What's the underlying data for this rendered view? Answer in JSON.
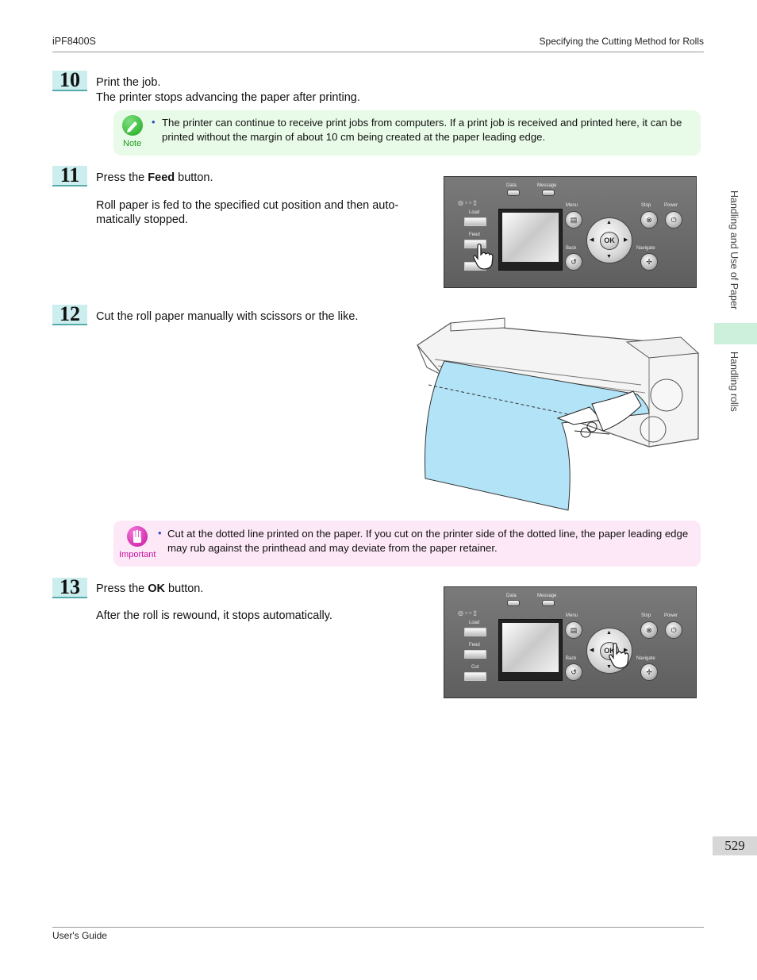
{
  "header": {
    "left": "iPF8400S",
    "right": "Specifying the Cutting Method for Rolls"
  },
  "steps": {
    "s10": {
      "num": "10",
      "line1": "Print the job.",
      "line2": "The printer stops advancing the paper after printing."
    },
    "s11": {
      "num": "11",
      "pre": "Press the ",
      "bold": "Feed",
      "post": " button.",
      "para1": "Roll paper is fed to the specified cut position and then auto-",
      "para2": "matically stopped."
    },
    "s12": {
      "num": "12",
      "text": "Cut the roll paper manually with scissors or the like."
    },
    "s13": {
      "num": "13",
      "pre": "Press the ",
      "bold": "OK",
      "post": " button.",
      "para": "After the roll is rewound, it stops automatically."
    }
  },
  "note": {
    "label": "Note",
    "line1": "The printer can continue to receive print jobs from computers. If a print job is received and printed here, it can be",
    "line2": "printed without the margin of about 10 cm being created at the paper leading edge."
  },
  "important": {
    "label": "Important",
    "line1": "Cut at the dotted line printed on the paper. If you cut on the printer side of the dotted line, the paper leading edge",
    "line2": "may rub against the printhead and may deviate from the paper retainer."
  },
  "panel": {
    "data": "Data",
    "message": "Message",
    "load": "Load",
    "feed": "Feed",
    "cut": "Cut",
    "menu": "Menu",
    "back": "Back",
    "stop": "Stop",
    "power": "Power",
    "navigate": "Navigate",
    "ok": "OK"
  },
  "sidebar": {
    "chapter": "Handling and Use of Paper",
    "section": "Handling rolls"
  },
  "page_number": "529",
  "footer": "User's Guide",
  "colors": {
    "note_bg": "#e8fae8",
    "important_bg": "#fde8f7",
    "step_bg": "#cdeeee",
    "sidebar_tab": "#ccf0dc",
    "paper_blue": "#b3e3f7"
  }
}
